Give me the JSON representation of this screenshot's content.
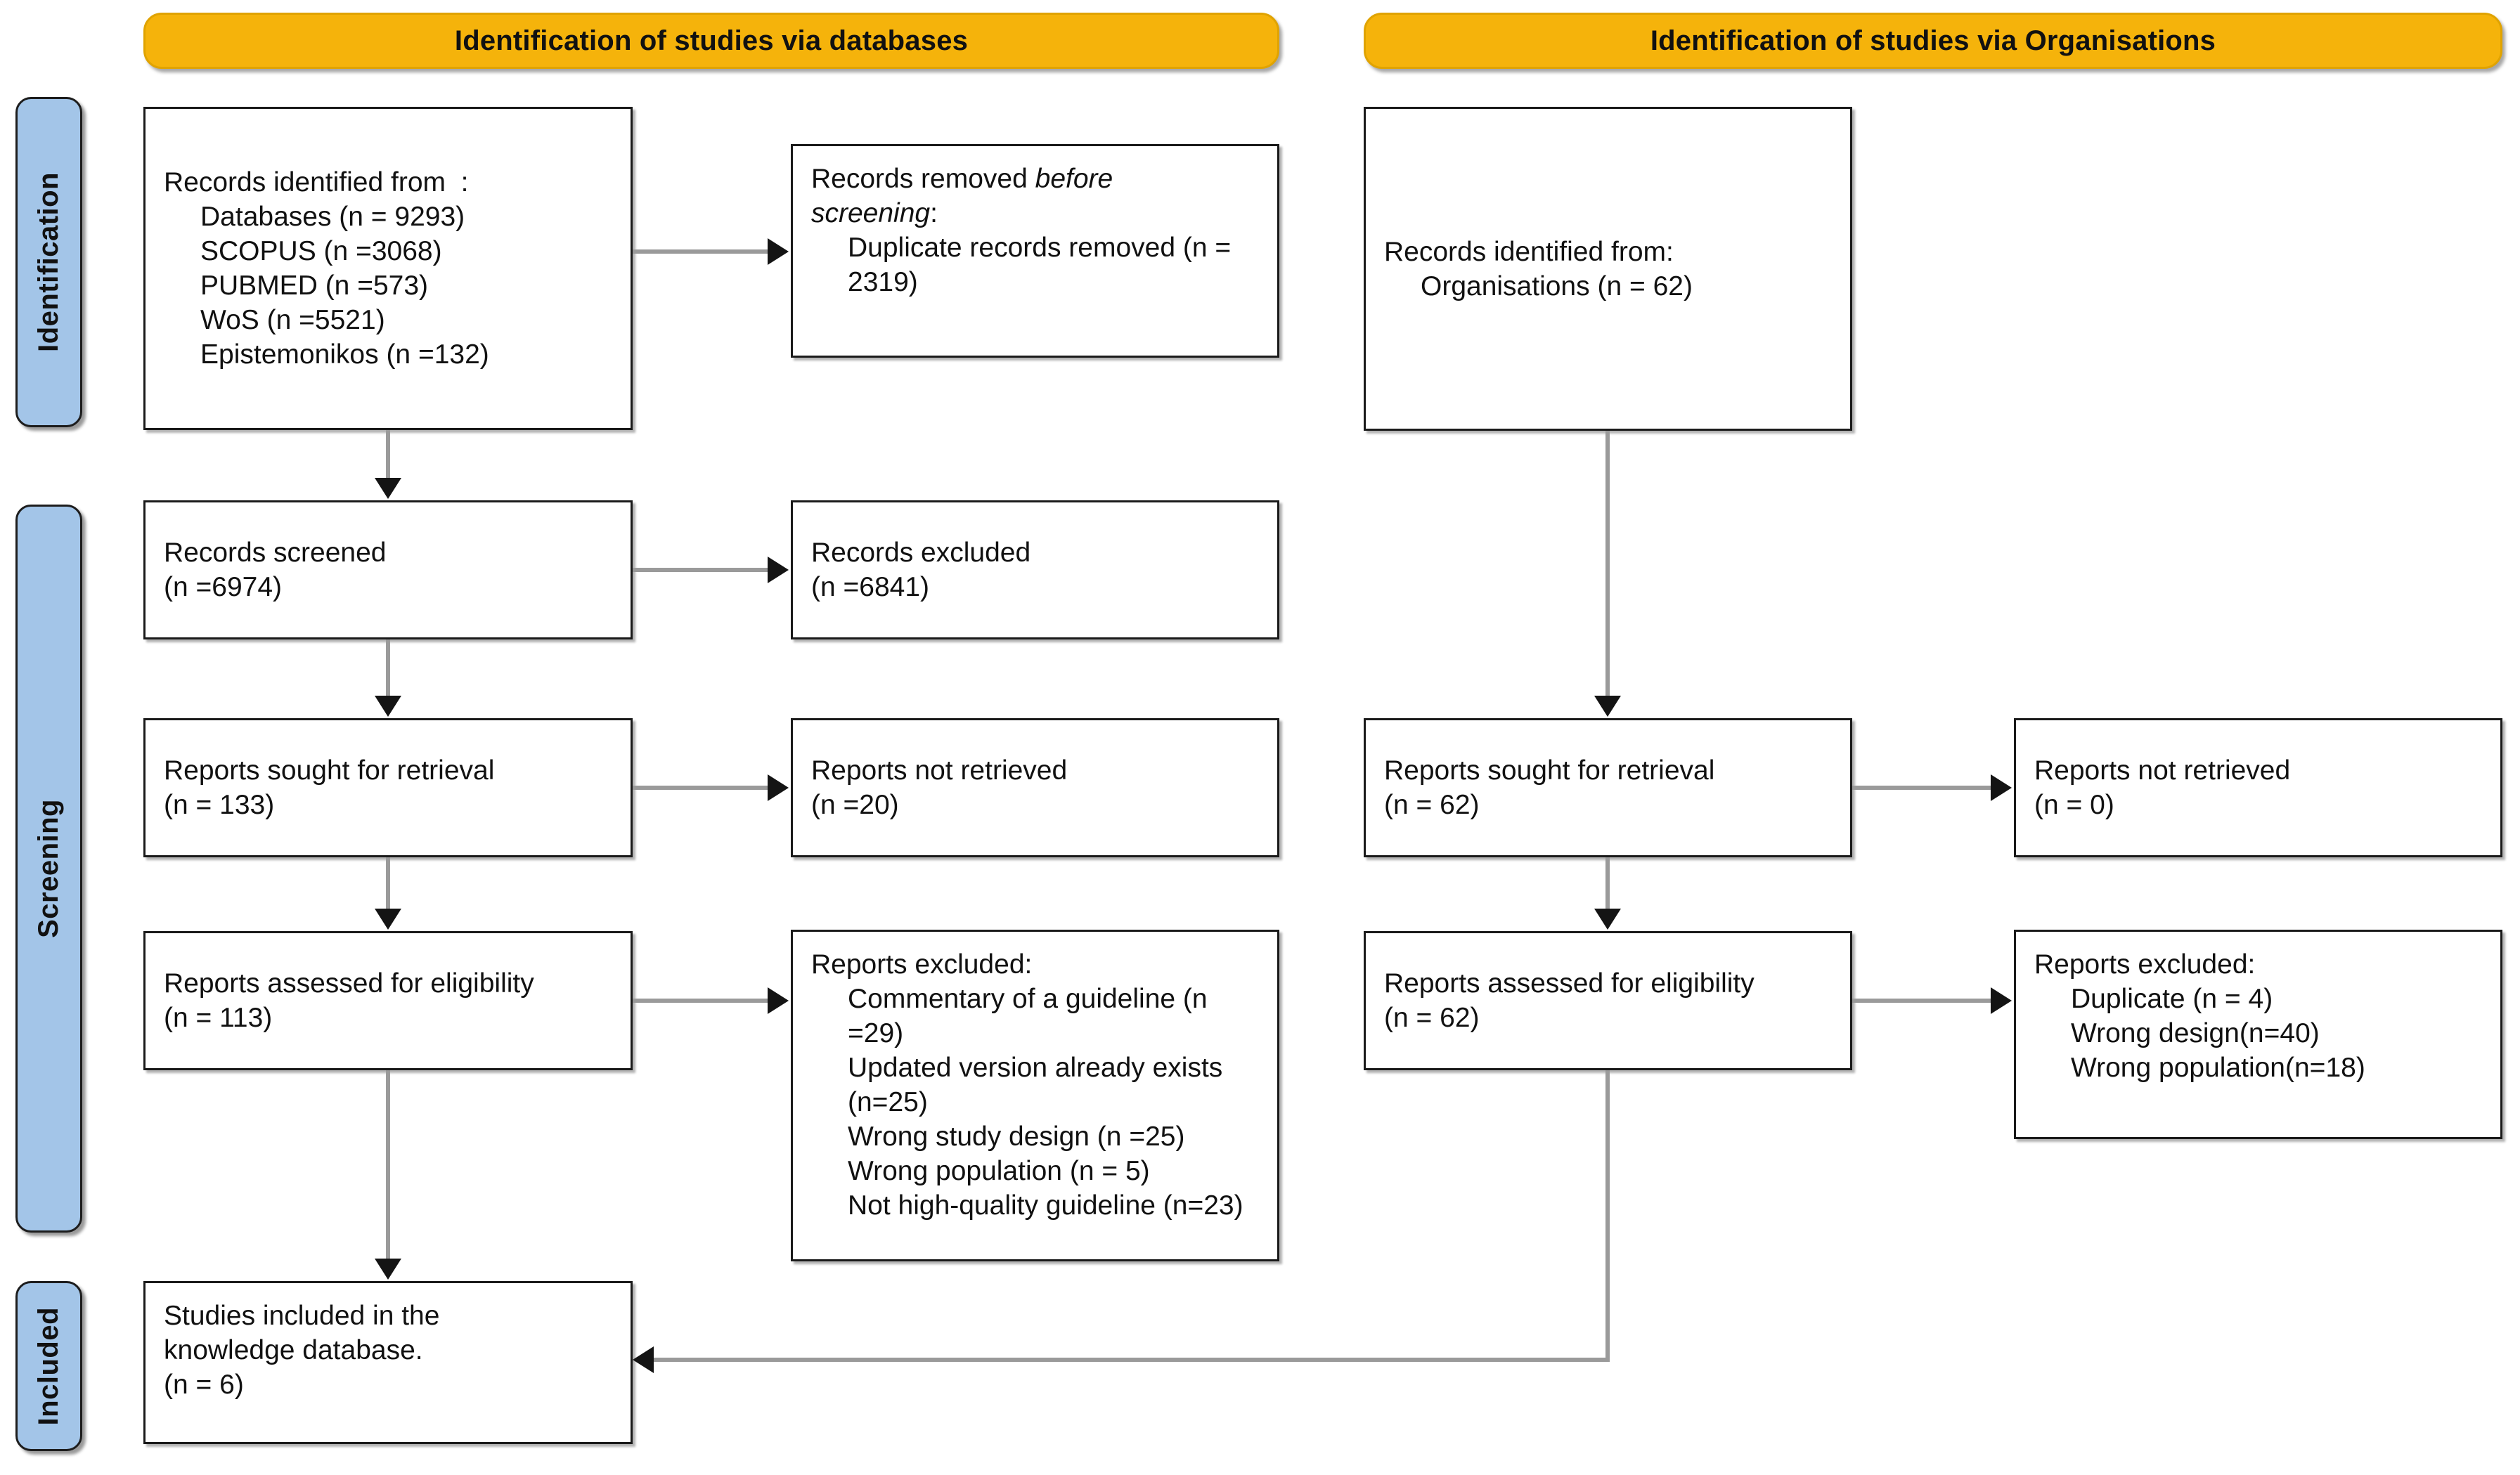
{
  "figure": {
    "type": "prisma-flow-diagram",
    "title": "PRISMA 2020 flow diagram"
  },
  "colors": {
    "header_fill": "#F5B30B",
    "header_border": "#E0A300",
    "rail_fill": "#A3C5E8",
    "box_border": "#1a1a1a",
    "connector": "#9a9a9a",
    "arrow": "#141414",
    "text": "#111111",
    "background": "#ffffff"
  },
  "headers": {
    "databases": "Identification of studies via databases",
    "organisations": "Identification of studies via Organisations"
  },
  "rails": [
    {
      "id": "identification",
      "label": "Identification"
    },
    {
      "id": "screening",
      "label": "Screening"
    },
    {
      "id": "included",
      "label": "Included"
    }
  ],
  "databases_column": {
    "identified": {
      "heading": "Records identified from  :",
      "items": [
        "Databases (n = 9293)",
        "SCOPUS (n =3068)",
        "PUBMED (n =573)",
        "WoS (n =5521)",
        "Epistemonikos (n =132)"
      ]
    },
    "removed_before_screening": {
      "line1_pre": "Records removed ",
      "line1_em": "before",
      "line2_em": "screening",
      "line2_post": ":",
      "items": [
        "Duplicate records removed (n = 2319)"
      ]
    },
    "screened": {
      "label": "Records screened",
      "count": "(n =6974)"
    },
    "excluded": {
      "label": "Records excluded",
      "count": "(n =6841)"
    },
    "sought": {
      "label": "Reports sought for retrieval",
      "count": "(n = 133)"
    },
    "not_retrieved": {
      "label": "Reports not retrieved",
      "count": "(n =20)"
    },
    "assessed": {
      "label": "Reports assessed for eligibility",
      "count": "(n = 113)"
    },
    "reports_excluded": {
      "heading": "Reports excluded:",
      "items": [
        "Commentary of a guideline (n =29)",
        "Updated version already exists (n=25)",
        "Wrong study design (n =25)",
        "Wrong population (n = 5)",
        "Not high-quality guideline (n=23)"
      ]
    }
  },
  "organisations_column": {
    "identified": {
      "heading": "Records identified from:",
      "items": [
        "Organisations (n = 62)"
      ]
    },
    "sought": {
      "label": "Reports sought for retrieval",
      "count": "(n = 62)"
    },
    "not_retrieved": {
      "label": "Reports not retrieved",
      "count": "(n = 0)"
    },
    "assessed": {
      "label": "Reports assessed for eligibility",
      "count": "(n = 62)"
    },
    "reports_excluded": {
      "heading": "Reports excluded:",
      "items": [
        "Duplicate (n = 4)",
        "Wrong design(n=40)",
        "Wrong population(n=18)"
      ]
    }
  },
  "included_box": {
    "line1": "Studies included in the",
    "line2": "knowledge database.",
    "count": "(n = 6)"
  }
}
